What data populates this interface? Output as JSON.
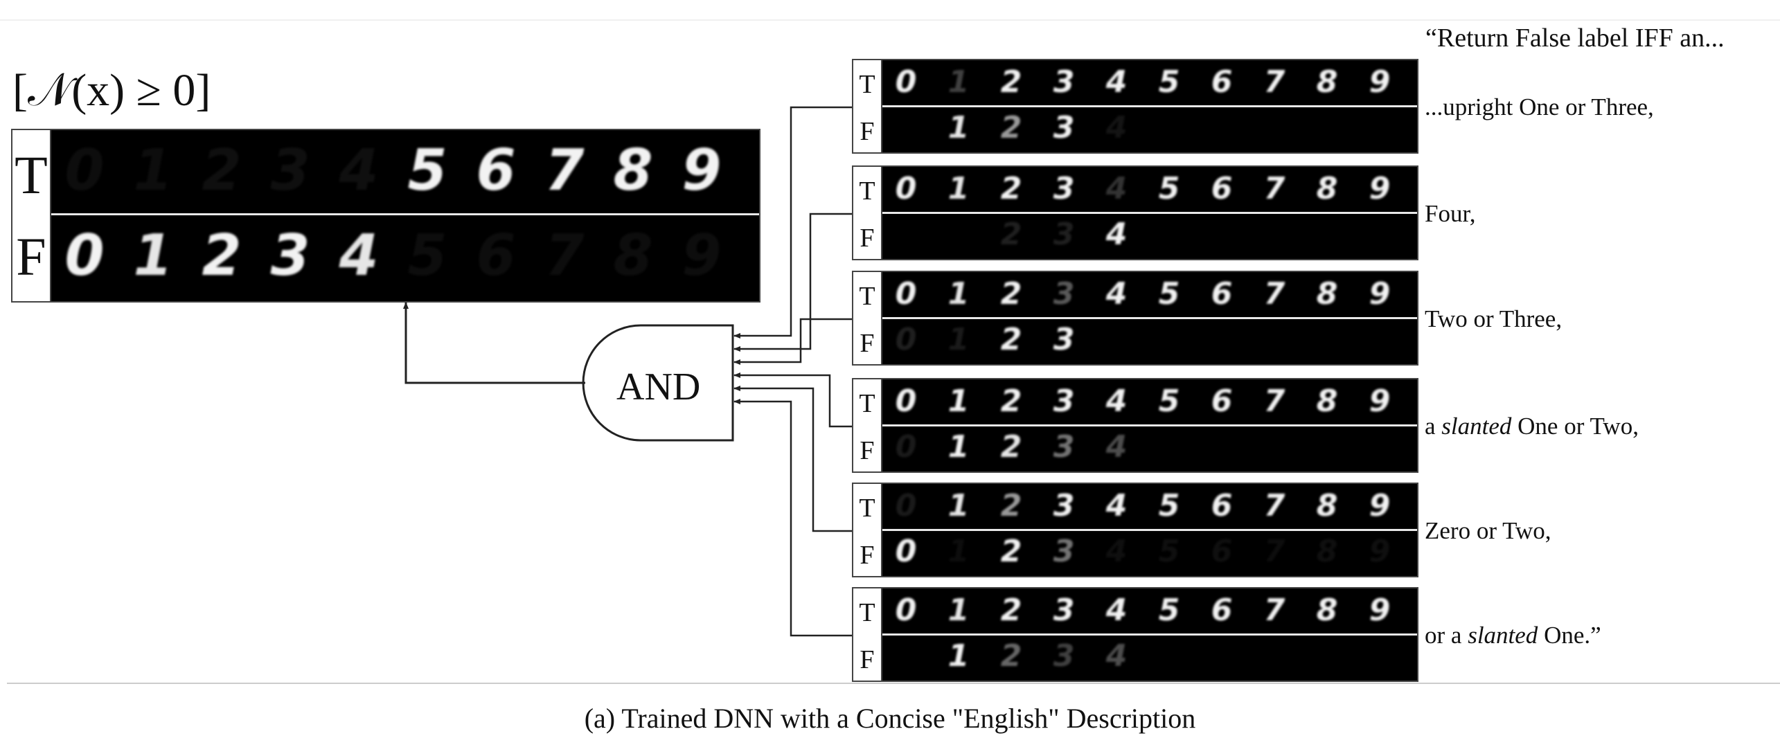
{
  "formula": "[𝒩(x) ≥ 0]",
  "gate_label": "AND",
  "true_letter": "T",
  "false_letter": "F",
  "digits": [
    "0",
    "1",
    "2",
    "3",
    "4",
    "5",
    "6",
    "7",
    "8",
    "9"
  ],
  "header_quote": "“Return False label IFF an...",
  "main_panel": {
    "true_opacity": [
      0.05,
      0.05,
      0.06,
      0.06,
      0.06,
      0.95,
      0.95,
      0.95,
      0.95,
      0.95
    ],
    "false_opacity": [
      0.95,
      0.9,
      0.95,
      0.95,
      0.9,
      0.05,
      0.05,
      0.05,
      0.05,
      0.05
    ]
  },
  "subpanels": [
    {
      "pre": "...upright One or Three,",
      "italic": "",
      "post": "",
      "true_opacity": [
        0.95,
        0.25,
        0.95,
        0.95,
        0.95,
        0.95,
        0.95,
        0.95,
        0.95,
        0.95
      ],
      "false_opacity": [
        0.0,
        0.9,
        0.6,
        0.95,
        0.08,
        0.0,
        0.0,
        0.0,
        0.0,
        0.0
      ]
    },
    {
      "pre": "Four,",
      "italic": "",
      "post": "",
      "true_opacity": [
        0.95,
        0.9,
        0.95,
        0.95,
        0.2,
        0.95,
        0.95,
        0.95,
        0.95,
        0.95
      ],
      "false_opacity": [
        0.0,
        0.0,
        0.12,
        0.12,
        0.95,
        0.0,
        0.0,
        0.0,
        0.0,
        0.0
      ]
    },
    {
      "pre": "Two or Three,",
      "italic": "",
      "post": "",
      "true_opacity": [
        0.95,
        0.9,
        0.95,
        0.35,
        0.95,
        0.95,
        0.95,
        0.95,
        0.95,
        0.95
      ],
      "false_opacity": [
        0.12,
        0.1,
        0.95,
        0.95,
        0.0,
        0.0,
        0.0,
        0.0,
        0.0,
        0.0
      ]
    },
    {
      "pre": "a ",
      "italic": "slanted",
      "post": " One or Two,",
      "true_opacity": [
        0.95,
        0.95,
        0.95,
        0.95,
        0.95,
        0.95,
        0.95,
        0.95,
        0.95,
        0.95
      ],
      "false_opacity": [
        0.1,
        0.95,
        0.9,
        0.45,
        0.3,
        0.0,
        0.0,
        0.0,
        0.0,
        0.0
      ]
    },
    {
      "pre": "Zero or Two,",
      "italic": "",
      "post": "",
      "true_opacity": [
        0.1,
        0.9,
        0.6,
        0.95,
        0.95,
        0.95,
        0.95,
        0.95,
        0.95,
        0.95
      ],
      "false_opacity": [
        0.95,
        0.05,
        0.95,
        0.45,
        0.06,
        0.06,
        0.06,
        0.05,
        0.06,
        0.06
      ]
    },
    {
      "pre": "or a ",
      "italic": "slanted",
      "post": " One.”",
      "true_opacity": [
        0.95,
        0.9,
        0.95,
        0.95,
        0.95,
        0.95,
        0.95,
        0.95,
        0.95,
        0.95
      ],
      "false_opacity": [
        0.0,
        0.95,
        0.4,
        0.25,
        0.3,
        0.0,
        0.0,
        0.0,
        0.0,
        0.0
      ]
    }
  ],
  "caption": "(a) Trained DNN with a Concise \"English\" Description"
}
